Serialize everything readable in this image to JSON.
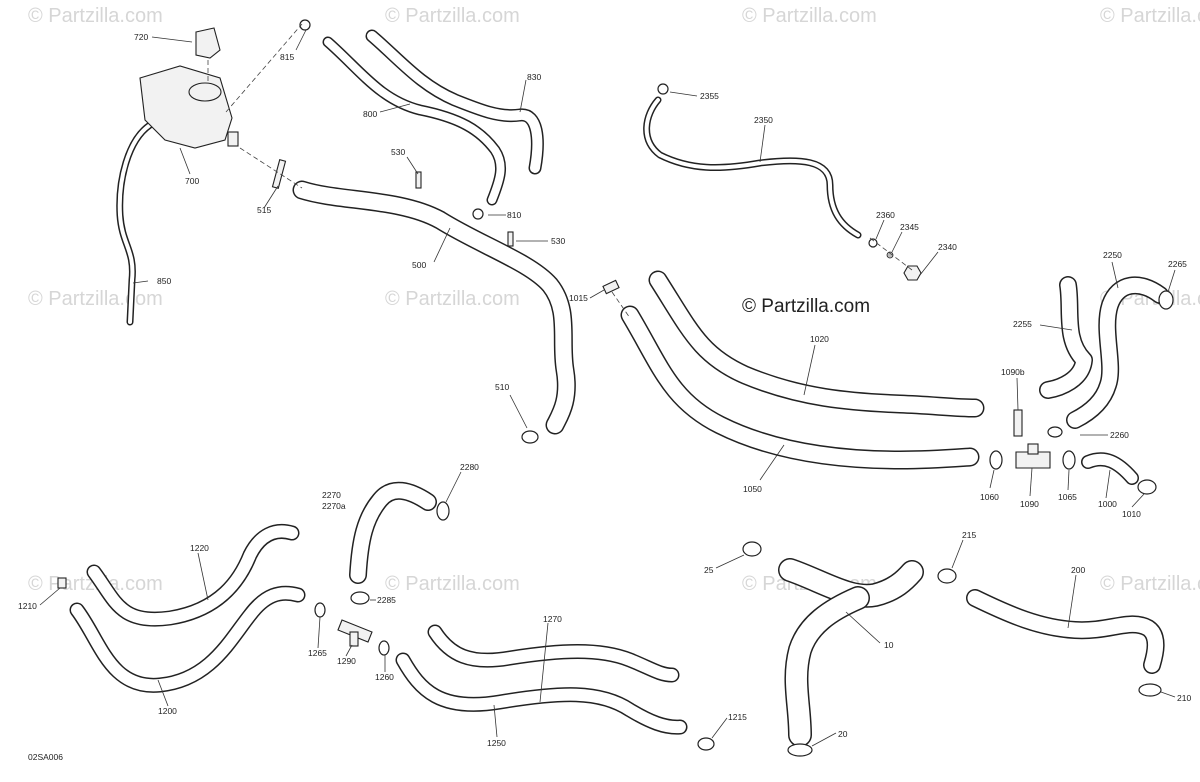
{
  "watermark": {
    "text": "© Partzilla.com",
    "main_text": "© Partzilla.com"
  },
  "diagram_code": "02SA006",
  "callouts": {
    "c720": "720",
    "c815": "815",
    "c830": "830",
    "c800": "800",
    "c700": "700",
    "c530a": "530",
    "c530b": "530",
    "c515": "515",
    "c810": "810",
    "c500": "500",
    "c850": "850",
    "c510": "510",
    "c1015": "1015",
    "c2355": "2355",
    "c2350": "2350",
    "c2360": "2360",
    "c2345": "2345",
    "c2340": "2340",
    "c1020": "1020",
    "c1050": "1050",
    "c2250": "2250",
    "c2265": "2265",
    "c2255": "2255",
    "c1090b": "1090b",
    "c2260": "2260",
    "c1060": "1060",
    "c1090": "1090",
    "c1065": "1065",
    "c1000": "1000",
    "c1010": "1010",
    "c2280": "2280",
    "c2270": "2270",
    "c2270a": "2270a",
    "c2285": "2285",
    "c1220": "1220",
    "c1210": "1210",
    "c1265": "1265",
    "c1290": "1290",
    "c1260": "1260",
    "c1270": "1270",
    "c1200": "1200",
    "c1250": "1250",
    "c1215": "1215",
    "c215": "215",
    "c25": "25",
    "c10": "10",
    "c200": "200",
    "c20": "20",
    "c210": "210"
  }
}
